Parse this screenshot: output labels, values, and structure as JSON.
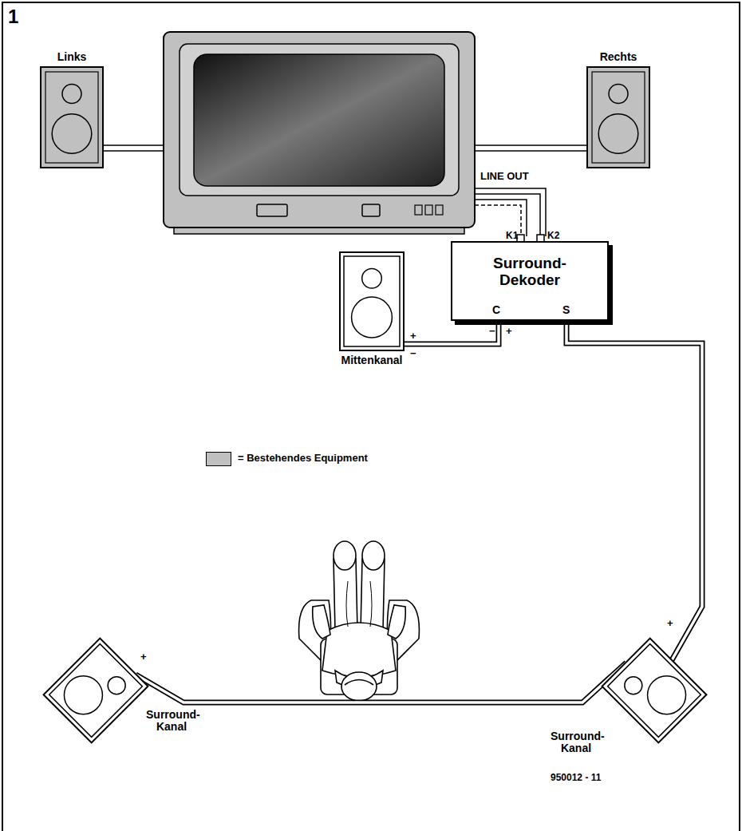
{
  "diagram": {
    "nodes": [
      {
        "text": [
          "Links"
        ]
      },
      {
        "text": [
          "Rechts"
        ]
      },
      {
        "text": [
          "Surround- Dekoder"
        ]
      },
      {
        "text": [
          "Mittenkanal"
        ]
      },
      {
        "text": [
          "Surround- Kanal"
        ]
      },
      {
        "text": [
          "Surround- Kanal"
        ]
      }
    ],
    "edges": [
      {
        "from": 2,
        "to": 3,
        "arrow": "none"
      },
      {
        "from": 2,
        "to": 5,
        "arrow": "none"
      },
      {
        "from": 5,
        "to": 4,
        "arrow": "none"
      }
    ],
    "labels": [
      "1",
      "LINE OUT",
      "K1",
      "K2",
      "C",
      "S",
      "+",
      "−",
      "−",
      "+",
      "+",
      "+",
      "950012 - 11"
    ],
    "legend": [
      {
        "text": "= Bestehendes Equipment",
        "color": "#c0c0c0"
      }
    ]
  }
}
